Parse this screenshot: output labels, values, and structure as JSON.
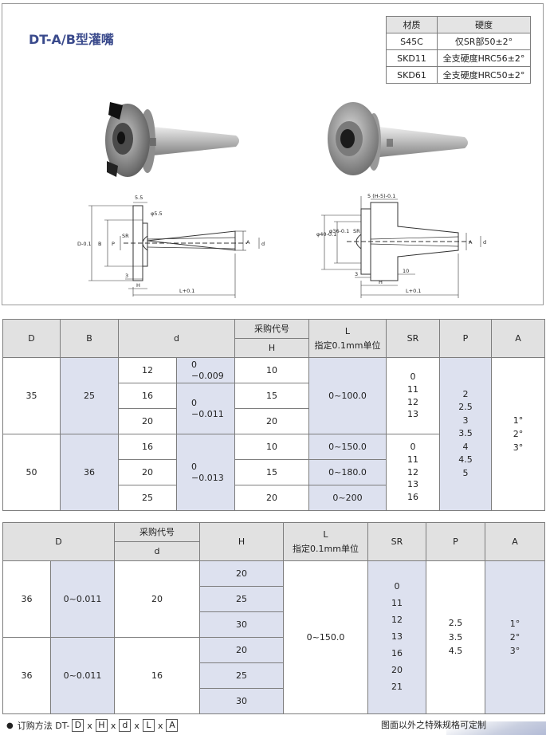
{
  "title": "DT-A/B型灌嘴",
  "material_table": {
    "headers": [
      "材质",
      "硬度"
    ],
    "rows": [
      [
        "S45C",
        "仅SR部50±2°"
      ],
      [
        "SKD11",
        "全支硬度HRC56±2°"
      ],
      [
        "SKD61",
        "全支硬度HRC50±2°"
      ]
    ]
  },
  "drawing_a": {
    "labels": {
      "dim_55": "5.5",
      "dim_phi55": "φ5.5",
      "D": "D-0.1",
      "B": "B",
      "P": "P",
      "SR": "SR",
      "A": "A",
      "d": "d",
      "three": "3",
      "H": "H",
      "L": "L+0.1"
    }
  },
  "drawing_b": {
    "labels": {
      "top": "5 (H-5)-0.1",
      "phi40": "φ40-0.1",
      "phi36": "φ36-0.1",
      "SR": "SR",
      "A": "A",
      "d": "d",
      "three": "3",
      "H": "H",
      "ten": "10",
      "L": "L+0.1"
    }
  },
  "table1": {
    "headers": {
      "D": "D",
      "B": "B",
      "d": "d",
      "code": "采购代号",
      "H": "H",
      "L": "L\n指定0.1mm单位",
      "SR": "SR",
      "P": "P",
      "A": "A"
    },
    "g1": {
      "D": "35",
      "B": "25",
      "d": [
        "12",
        "16",
        "20"
      ],
      "tol1": "0\n−0.009",
      "tol2": "0\n−0.011",
      "H": [
        "10",
        "15",
        "20"
      ],
      "L": "0~100.0",
      "SR": "0\n11\n12\n13"
    },
    "g2": {
      "D": "50",
      "B": "36",
      "d": [
        "16",
        "20",
        "25"
      ],
      "tol": "0\n−0.013",
      "H": [
        "10",
        "15",
        "20"
      ],
      "L": [
        "0~150.0",
        "0~180.0",
        "0~200"
      ],
      "SR": "0\n11\n12\n13\n16"
    },
    "P": "2\n2.5\n3\n3.5\n4\n4.5\n5",
    "A": "1°\n2°\n3°"
  },
  "table2": {
    "headers": {
      "D": "D",
      "code": "采购代号",
      "d": "d",
      "H": "H",
      "L": "L\n指定0.1mm单位",
      "SR": "SR",
      "P": "P",
      "A": "A"
    },
    "g1": {
      "D": "36",
      "tol": "0~0.011",
      "d": "20",
      "H": [
        "20",
        "25",
        "30"
      ]
    },
    "g2": {
      "D": "36",
      "tol": "0~0.011",
      "d": "16",
      "H": [
        "20",
        "25",
        "30"
      ]
    },
    "L": "0~150.0",
    "SR": "0\n11\n12\n13\n16\n20\n21",
    "P": "2.5\n3.5\n4.5",
    "A": "1°\n2°\n3°"
  },
  "order": {
    "bullet": "●",
    "label": "订购方法 DT-",
    "boxes": [
      "D",
      "H",
      "d",
      "L",
      "A"
    ],
    "sep": "x"
  },
  "custom_note": "图面以外之特殊规格可定制"
}
